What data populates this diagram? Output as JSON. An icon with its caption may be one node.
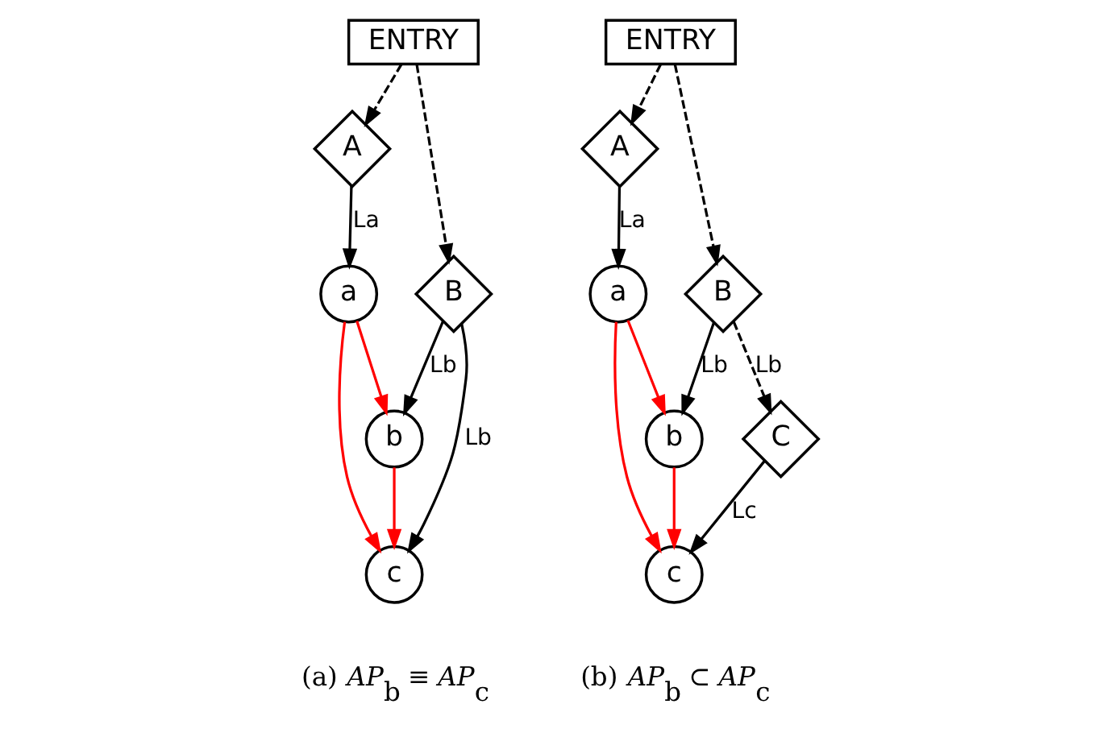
{
  "diagram": {
    "nodes": [
      {
        "text": [
          "ENTRY"
        ]
      },
      {
        "text": [
          "A"
        ]
      },
      {
        "text": [
          "B"
        ]
      },
      {
        "text": [
          "a"
        ]
      },
      {
        "text": [
          "b"
        ]
      },
      {
        "text": [
          "c"
        ]
      },
      {
        "text": [
          "ENTRY"
        ]
      },
      {
        "text": [
          "A"
        ]
      },
      {
        "text": [
          "B"
        ]
      },
      {
        "text": [
          "C"
        ]
      },
      {
        "text": [
          "a"
        ]
      },
      {
        "text": [
          "b"
        ]
      },
      {
        "text": [
          "c"
        ]
      }
    ],
    "edges": [
      {
        "from": 0,
        "to": 1,
        "arrow": "to",
        "style": "dashed"
      },
      {
        "from": 0,
        "to": 2,
        "arrow": "to",
        "style": "dashed"
      },
      {
        "from": 1,
        "to": 3,
        "arrow": "to",
        "label": "La"
      },
      {
        "from": 2,
        "to": 4,
        "arrow": "to",
        "label": "Lb"
      },
      {
        "from": 2,
        "to": 5,
        "arrow": "to",
        "label": "Lb"
      },
      {
        "from": 3,
        "to": 4,
        "arrow": "to",
        "color": "#ff0000"
      },
      {
        "from": 4,
        "to": 5,
        "arrow": "to",
        "color": "#ff0000"
      },
      {
        "from": 3,
        "to": 5,
        "arrow": "to",
        "color": "#ff0000"
      },
      {
        "from": 6,
        "to": 7,
        "arrow": "to",
        "style": "dashed"
      },
      {
        "from": 6,
        "to": 8,
        "arrow": "to",
        "style": "dashed"
      },
      {
        "from": 7,
        "to": 10,
        "arrow": "to",
        "label": "La"
      },
      {
        "from": 8,
        "to": 11,
        "arrow": "to",
        "label": "Lb"
      },
      {
        "from": 8,
        "to": 9,
        "arrow": "to",
        "label": "Lb",
        "style": "dashed"
      },
      {
        "from": 9,
        "to": 12,
        "arrow": "to",
        "label": "Lc"
      },
      {
        "from": 10,
        "to": 11,
        "arrow": "to",
        "color": "#ff0000"
      },
      {
        "from": 11,
        "to": 12,
        "arrow": "to",
        "color": "#ff0000"
      },
      {
        "from": 10,
        "to": 12,
        "arrow": "to",
        "color": "#ff0000"
      }
    ],
    "labels": [
      "(a) *AP*$_{b}$ ≡ *AP*$_{c}$",
      "(b) *AP*$_{b}$ ⊂ *AP*$_{c}$"
    ]
  }
}
